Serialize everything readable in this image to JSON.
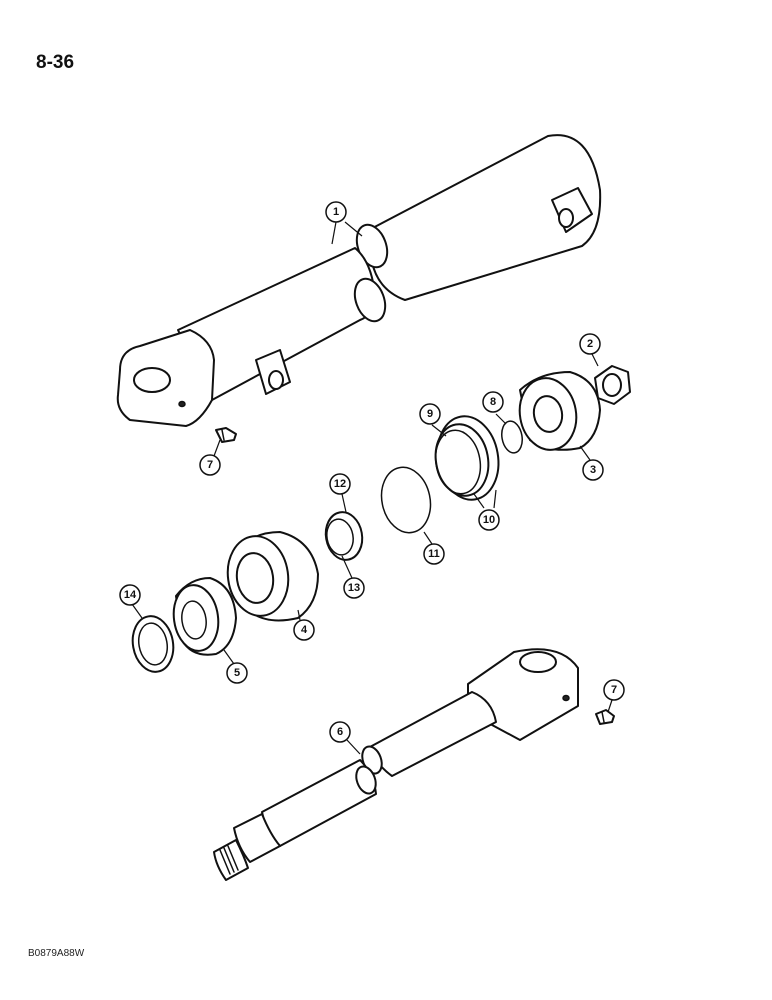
{
  "page_number": "8-36",
  "figure_code": "B0879A88W",
  "callouts": {
    "c1": "1",
    "c2": "2",
    "c3": "3",
    "c4": "4",
    "c5": "5",
    "c6": "6",
    "c7a": "7",
    "c7b": "7",
    "c8": "8",
    "c9": "9",
    "c10": "10",
    "c11": "11",
    "c12": "12",
    "c13": "13",
    "c14": "14"
  }
}
